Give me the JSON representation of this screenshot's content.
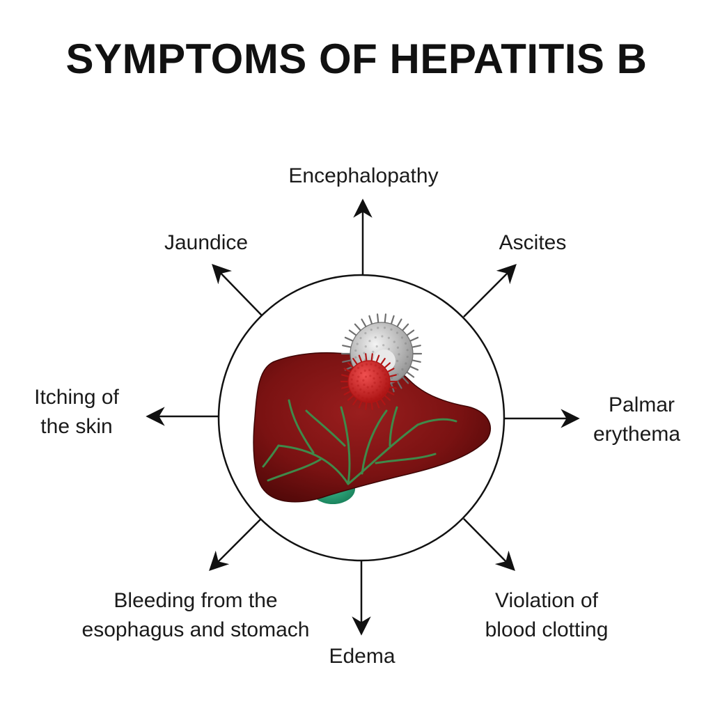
{
  "title": "SYMPTOMS OF HEPATITIS B",
  "symptoms": {
    "top": "Encephalopathy",
    "top_left": "Jaundice",
    "top_right": "Ascites",
    "left": [
      "Itching of",
      "the skin"
    ],
    "right": [
      "Palmar",
      "erythema"
    ],
    "bottom_left": [
      "Bleeding from the",
      "esophagus and stomach"
    ],
    "bottom": "Edema",
    "bottom_right": [
      "Violation of",
      "blood clotting"
    ]
  },
  "colors": {
    "liver": "#7a1212",
    "liver_dark": "#4e0808",
    "vessels": "#3f8a4a",
    "gallbladder": "#1f8f6a",
    "virus_grey": "#b9b9b9",
    "virus_red": "#d8282a",
    "arrow": "#111111"
  }
}
